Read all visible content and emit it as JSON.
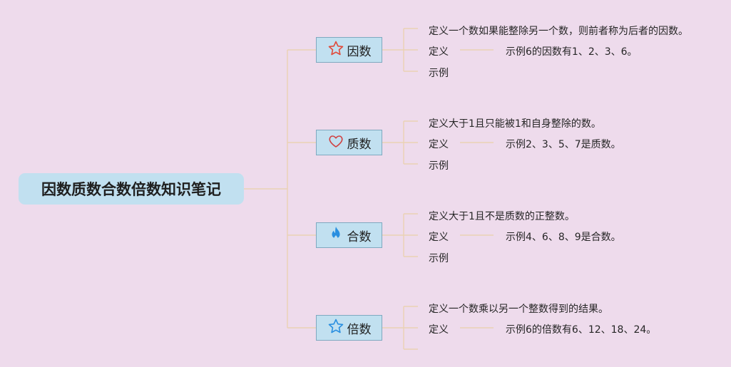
{
  "root": {
    "title": "因数质数合数倍数知识笔记"
  },
  "topics": [
    {
      "label": "因数",
      "icon": "star-outline-icon",
      "icon_color": "#e04a3a",
      "definition": "定义一个数如果能整除另一个数，则前者称为后者的因数。",
      "definition_label": "定义",
      "example": "示例6的因数有1、2、3、6。",
      "example_label": "示例"
    },
    {
      "label": "质数",
      "icon": "heart-outline-icon",
      "icon_color": "#d04040",
      "definition": "定义大于1且只能被1和自身整除的数。",
      "definition_label": "定义",
      "example": "示例2、3、5、7是质数。",
      "example_label": "示例"
    },
    {
      "label": "合数",
      "icon": "flame-icon",
      "icon_color": "#2a8fe0",
      "definition": "定义大于1且不是质数的正整数。",
      "definition_label": "定义",
      "example": "示例4、6、8、9是合数。",
      "example_label": "示例"
    },
    {
      "label": "倍数",
      "icon": "star-outline-icon",
      "icon_color": "#2a8fe0",
      "definition": "定义一个数乘以另一个整数得到的结果。",
      "definition_label": "定义",
      "example": "示例6的倍数有6、12、18、24。",
      "example_label": ""
    }
  ]
}
